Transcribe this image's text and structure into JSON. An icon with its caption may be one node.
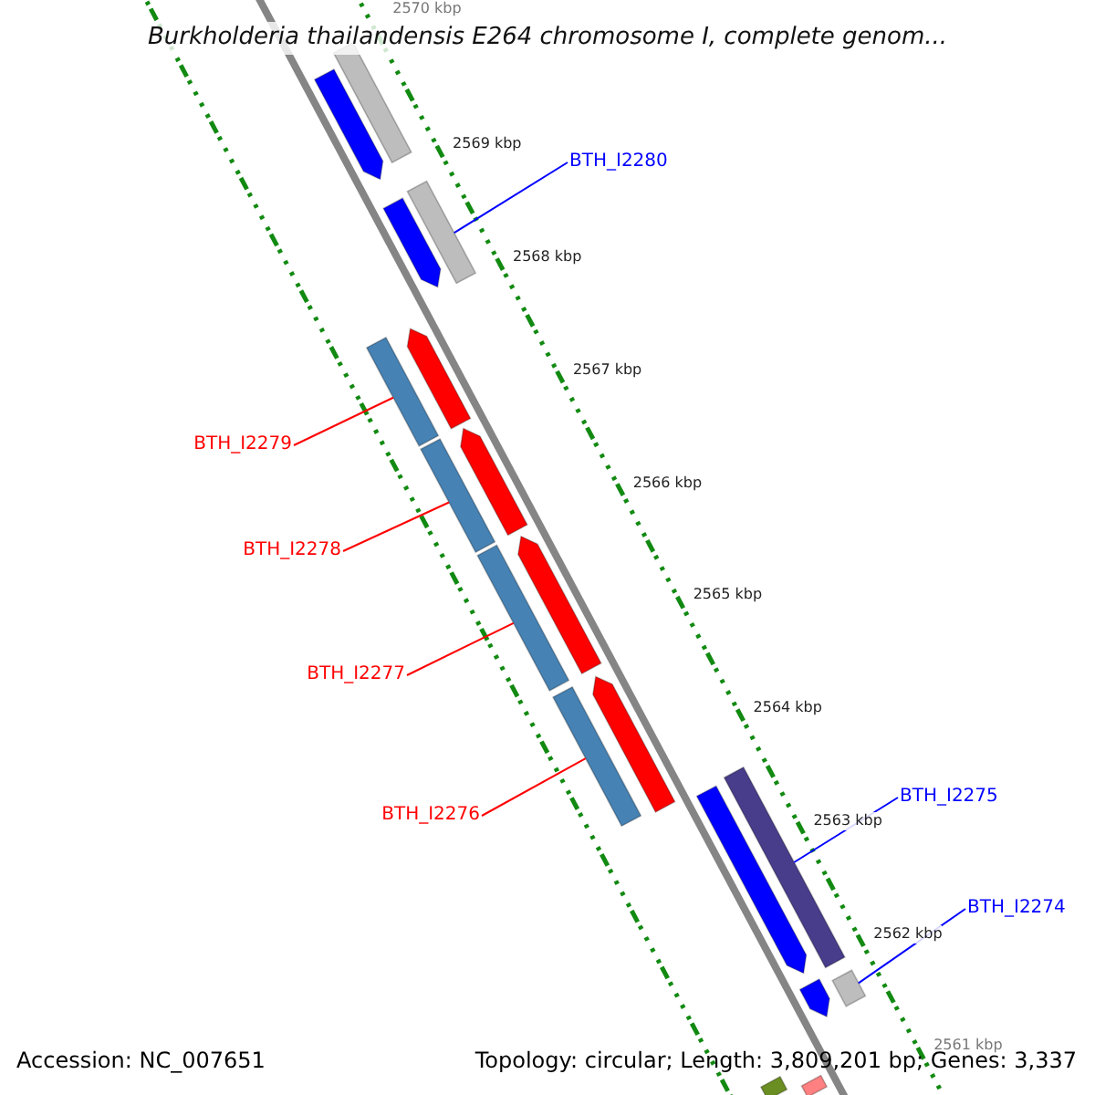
{
  "diagram": {
    "title": "Burkholderia thailandensis E264 chromosome I, complete genom...",
    "nodes": [
      {
        "text": [
          "BTH_I2280"
        ]
      },
      {
        "text": [],
        "shape": "bar"
      },
      {
        "text": [
          "BTH_I2279"
        ]
      },
      {
        "text": [],
        "shape": "bar"
      },
      {
        "text": [
          "BTH_I2278"
        ]
      },
      {
        "text": [],
        "shape": "bar"
      },
      {
        "text": [
          "BTH_I2277"
        ]
      },
      {
        "text": [],
        "shape": "bar"
      },
      {
        "text": [
          "BTH_I2276"
        ]
      },
      {
        "text": [],
        "shape": "bar"
      },
      {
        "text": [
          "BTH_I2275"
        ]
      },
      {
        "text": [],
        "shape": "bar"
      },
      {
        "text": [
          "BTH_I2274"
        ]
      },
      {
        "text": [],
        "shape": "bar"
      },
      {
        "text": [],
        "shape": "arrow"
      },
      {
        "text": [],
        "shape": "bar"
      },
      {
        "text": [],
        "shape": "arrow"
      },
      {
        "text": [],
        "shape": "arrow"
      },
      {
        "text": [],
        "shape": "arrow"
      },
      {
        "text": [],
        "shape": "arrow"
      },
      {
        "text": [],
        "shape": "arrow"
      },
      {
        "text": [],
        "shape": "arrow"
      },
      {
        "text": [],
        "shape": "arrow"
      },
      {
        "text": [],
        "shape": "bar"
      },
      {
        "text": [],
        "shape": "bar"
      }
    ],
    "edges": [
      {
        "from": 0,
        "to": 1,
        "arrow": "none",
        "color": "#0000ff"
      },
      {
        "from": 2,
        "to": 3,
        "arrow": "none"
      },
      {
        "from": 4,
        "to": 5,
        "arrow": "none"
      },
      {
        "from": 6,
        "to": 7,
        "arrow": "none"
      },
      {
        "from": 8,
        "to": 9,
        "arrow": "none"
      },
      {
        "from": 10,
        "to": 11,
        "arrow": "none",
        "color": "#0000ff"
      },
      {
        "from": 12,
        "to": 13,
        "arrow": "none",
        "color": "#0000ff"
      }
    ],
    "labels": [
      "2570 kbp",
      "2569 kbp",
      "2568 kbp",
      "2567 kbp",
      "2566 kbp",
      "2565 kbp",
      "2564 kbp",
      "2563 kbp",
      "2562 kbp",
      "2561 kbp",
      "Accession: NC_007651",
      "Topology: circular; Length: 3,809,201 bp; Genes: 3,337"
    ]
  }
}
